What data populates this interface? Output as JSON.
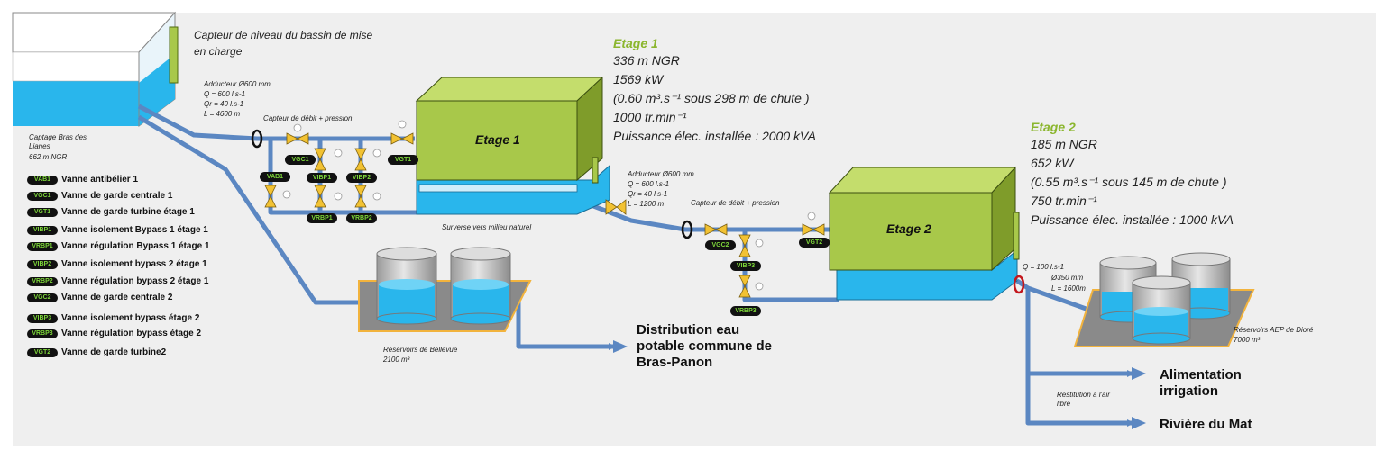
{
  "header_top": {
    "capteur_niveau": "Capteur de niveau du bassin de mise en charge"
  },
  "captage": {
    "name": "Captage Bras des Lianes",
    "altitude": "662 m NGR"
  },
  "adducteur1": {
    "title": "Adducteur  Ø600 mm",
    "q": "Q = 600 l.s-1",
    "qr": "Qr = 40 l.s-1",
    "l": "L = 4600 m",
    "capteur": "Capteur de débit + pression"
  },
  "adducteur2": {
    "title": "Adducteur  Ø600 mm",
    "q": "Q = 600 l.s-1",
    "qr": "Qr = 40 l.s-1",
    "l": "L = 1200 m",
    "capteur": "Capteur de débit + pression"
  },
  "etage1": {
    "header": "Etage 1",
    "box_label": "Etage 1",
    "ngr": "336 m NGR",
    "power": "1569 kW",
    "flow": "(0.60 m³.s⁻¹ sous 298 m de chute )",
    "speed": "1000 tr.min⁻¹",
    "installed": "Puissance élec. installée : 2000 kVA",
    "surverse": "Surverse vers milieu naturel"
  },
  "etage2": {
    "header": "Etage 2",
    "box_label": "Etage 2",
    "ngr": "185 m NGR",
    "power": "652 kW",
    "flow": "(0.55 m³.s⁻¹ sous 145 m de chute )",
    "speed": "750 tr.min⁻¹",
    "installed": "Puissance élec. installée : 1000 kVA"
  },
  "outlet": {
    "q": "Q = 100 l.s-1",
    "d": "Ø350 mm",
    "l": "L = 1600m"
  },
  "reservoirs_bellevue": {
    "name": "Réservoirs de Bellevue",
    "volume": "2100 m³"
  },
  "reservoirs_diore": {
    "name": "Réservoirs AEP de Dioré",
    "volume": "7000 m³"
  },
  "destinations": {
    "distribution": "Distribution eau potable commune de Bras-Panon",
    "irrigation": "Alimentation irrigation",
    "riviere": "Rivière du Mat",
    "restitution": "Restitution à l'air libre"
  },
  "badges": {
    "VAB1": "VAB1",
    "VGC1": "VGC1",
    "VGT1": "VGT1",
    "VIBP1": "VIBP1",
    "VIBP2": "VIBP2",
    "VRBP1": "VRBP1",
    "VRBP2": "VRBP2",
    "VGC2": "VGC2",
    "VGT2": "VGT2",
    "VIBP3": "VIBP3",
    "VRBP3": "VRBP3"
  },
  "legend": [
    {
      "code": "VAB1",
      "label": "Vanne antibélier 1"
    },
    {
      "code": "VGC1",
      "label": "Vanne  de garde centrale 1"
    },
    {
      "code": "VGT1",
      "label": "Vanne de garde turbine étage 1"
    },
    {
      "code": "VIBP1",
      "label": "Vanne isolement  Bypass 1 étage 1"
    },
    {
      "code": "VRBP1",
      "label": "Vanne régulation Bypass 1 étage 1"
    },
    {
      "code": "VIBP2",
      "label": "Vanne isolement bypass  2 étage 1"
    },
    {
      "code": "VRBP2",
      "label": "Vanne régulation bypass 2 étage 1"
    },
    {
      "code": "VGC2",
      "label": "Vanne  de garde centrale 2"
    },
    {
      "code": "VIBP3",
      "label": "Vanne isolement bypass étage 2"
    },
    {
      "code": "VRBP3",
      "label": "Vanne régulation bypass étage 2"
    },
    {
      "code": "VGT2",
      "label": "Vanne de garde turbine2"
    }
  ],
  "colors": {
    "pipe": "#5b87c2",
    "water": "#29b6ec",
    "turbine_front": "#a8c84a",
    "turbine_top": "#c4dd6c",
    "turbine_side": "#7f9c2a",
    "badge_bg": "#111111",
    "badge_text": "#7dd63a",
    "header_green": "#8bb62e",
    "pad": "#8a8a8a",
    "pad_border": "#f2b33d"
  }
}
